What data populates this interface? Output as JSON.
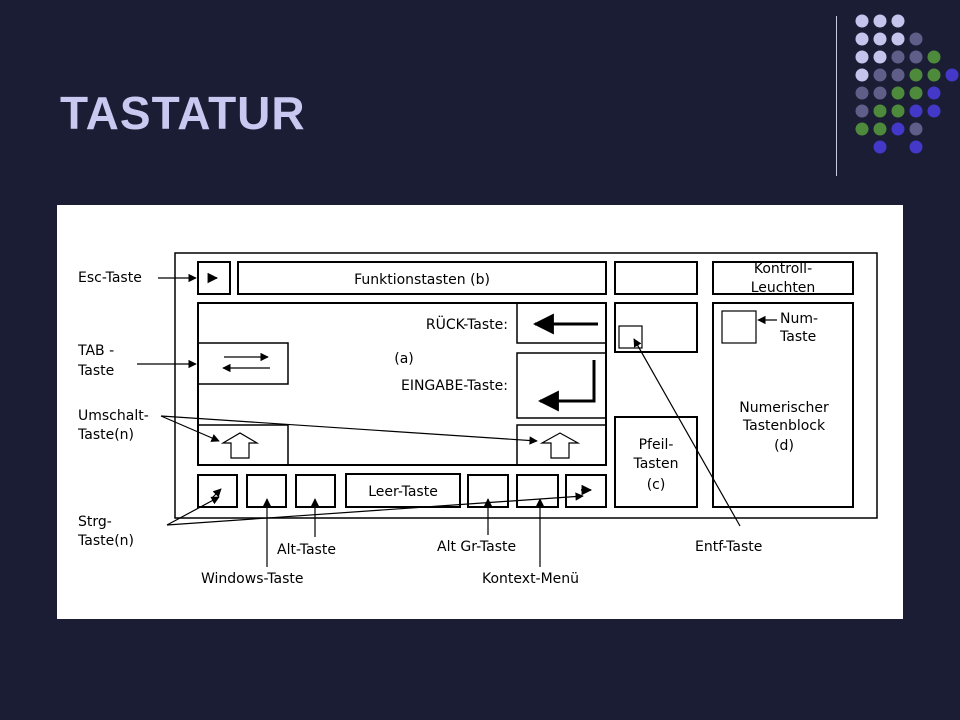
{
  "title": "TASTATUR",
  "colors": {
    "background": "#1a1d33",
    "title": "#c8c8f0",
    "dot_light": "#c4c4ec",
    "dot_slate": "#5e5e88",
    "dot_green": "#4e8a3c",
    "dot_blue": "#4338c8"
  },
  "diagram": {
    "blocks": {
      "funktionstasten": "Funktionstasten (b)",
      "kontroll_1": "Kontroll-",
      "kontroll_2": "Leuchten",
      "rueck": "RÜCK-Taste:",
      "a": "(a)",
      "eingabe": "EINGABE-Taste:",
      "leer": "Leer-Taste",
      "pfeil_1": "Pfeil-",
      "pfeil_2": "Tasten",
      "pfeil_3": "(c)",
      "num_1": "Num-",
      "num_2": "Taste",
      "numblock_1": "Numerischer",
      "numblock_2": "Tastenblock",
      "numblock_3": "(d)"
    },
    "labels": {
      "esc": "Esc-Taste",
      "tab_1": "TAB -",
      "tab_2": "Taste",
      "umschalt_1": "Umschalt-",
      "umschalt_2": "Taste(n)",
      "strg_1": "Strg-",
      "strg_2": "Taste(n)",
      "windows": "Windows-Taste",
      "alt": "Alt-Taste",
      "altgr": "Alt Gr-Taste",
      "kontext": "Kontext-Menü",
      "entf": "Entf-Taste"
    }
  }
}
